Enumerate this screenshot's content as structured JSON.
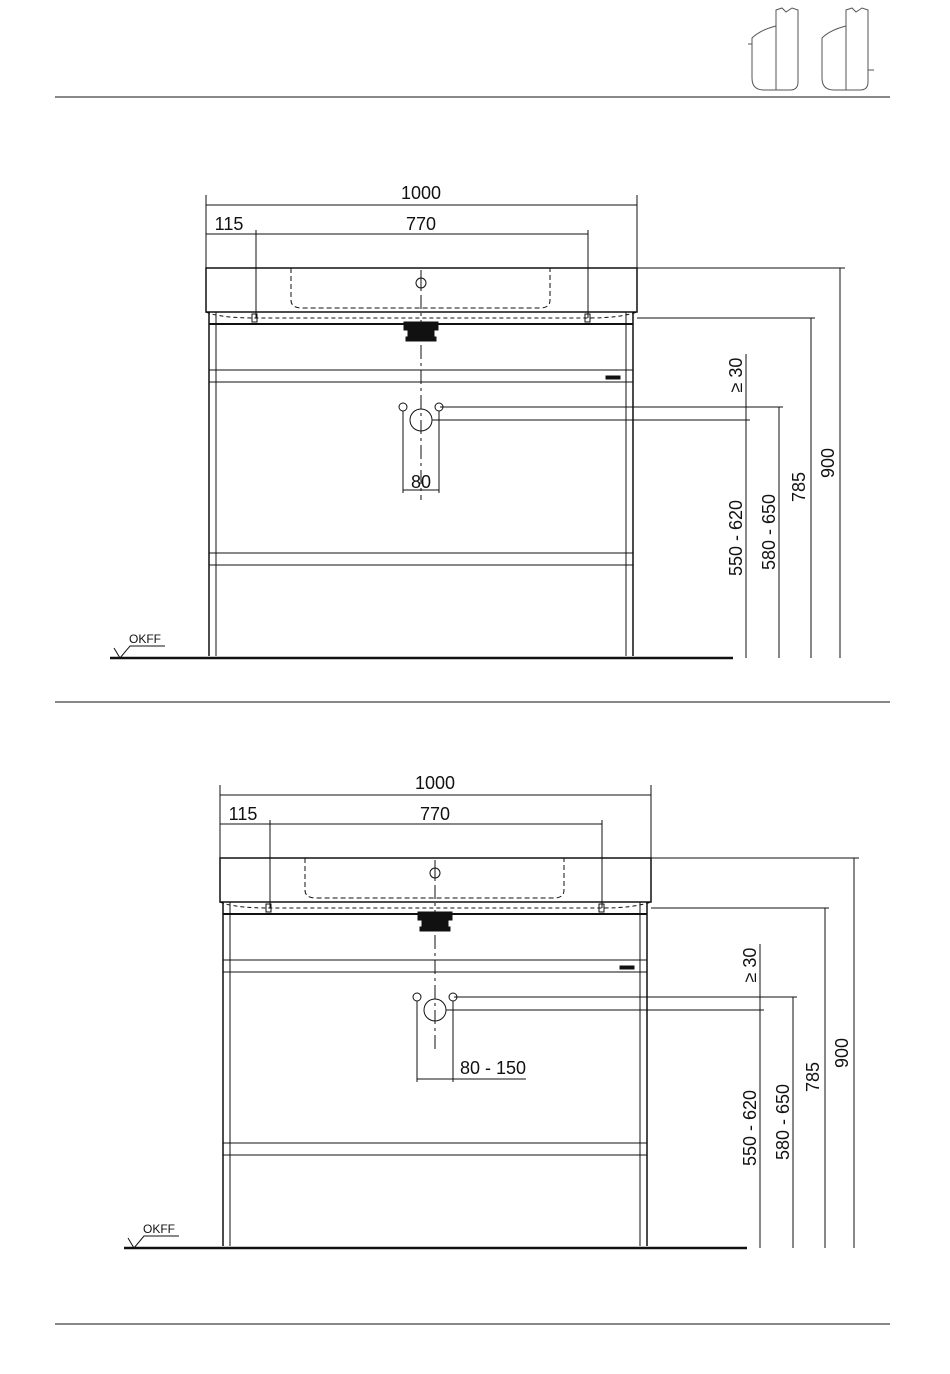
{
  "header": {
    "icons": [
      "wall-hung-washbasin-icon",
      "washbasin-side-icon"
    ]
  },
  "drawings": [
    {
      "overall_width": "1000",
      "left_offset": "115",
      "tap_spacing": "770",
      "waste_spacing": "80",
      "clearance": "≥ 30",
      "height_range_a": "550 - 620",
      "height_range_b": "580 - 650",
      "height_mid": "785",
      "height_total": "900",
      "floor_label": "OKFF"
    },
    {
      "overall_width": "1000",
      "left_offset": "115",
      "tap_spacing": "770",
      "waste_spacing": "80 - 150",
      "clearance": "≥ 30",
      "height_range_a": "550 - 620",
      "height_range_b": "580 - 650",
      "height_mid": "785",
      "height_total": "900",
      "floor_label": "OKFF"
    }
  ],
  "colors": {
    "line": "#111111",
    "paper": "#ffffff"
  }
}
